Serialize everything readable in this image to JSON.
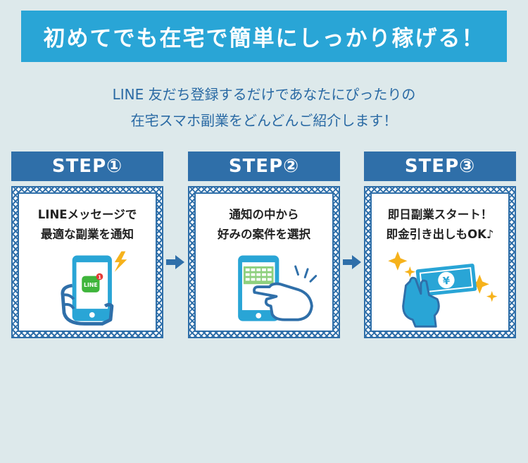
{
  "headline": "初めてでも在宅で簡単にしっかり稼げる！",
  "intro": {
    "line1": "LINE 友だち登録するだけであなたにぴったりの",
    "line2": "在宅スマホ副業をどんどんご紹介します！"
  },
  "steps": [
    {
      "label": "STEP①",
      "line1": "LINEメッセージで",
      "line2": "最適な副業を通知",
      "icon": "phone-line-notification-icon",
      "badge": "1",
      "app": "LINE"
    },
    {
      "label": "STEP②",
      "line1": "通知の中から",
      "line2": "好みの案件を選択",
      "icon": "phone-tap-icon"
    },
    {
      "label": "STEP③",
      "line1": "即日副業スタート！",
      "line2": "即金引き出しもOK♪",
      "icon": "hand-money-icon",
      "currency": "¥"
    }
  ],
  "colors": {
    "accent": "#29a5d6",
    "step": "#2f6fa9",
    "bg": "#dde9eb"
  }
}
